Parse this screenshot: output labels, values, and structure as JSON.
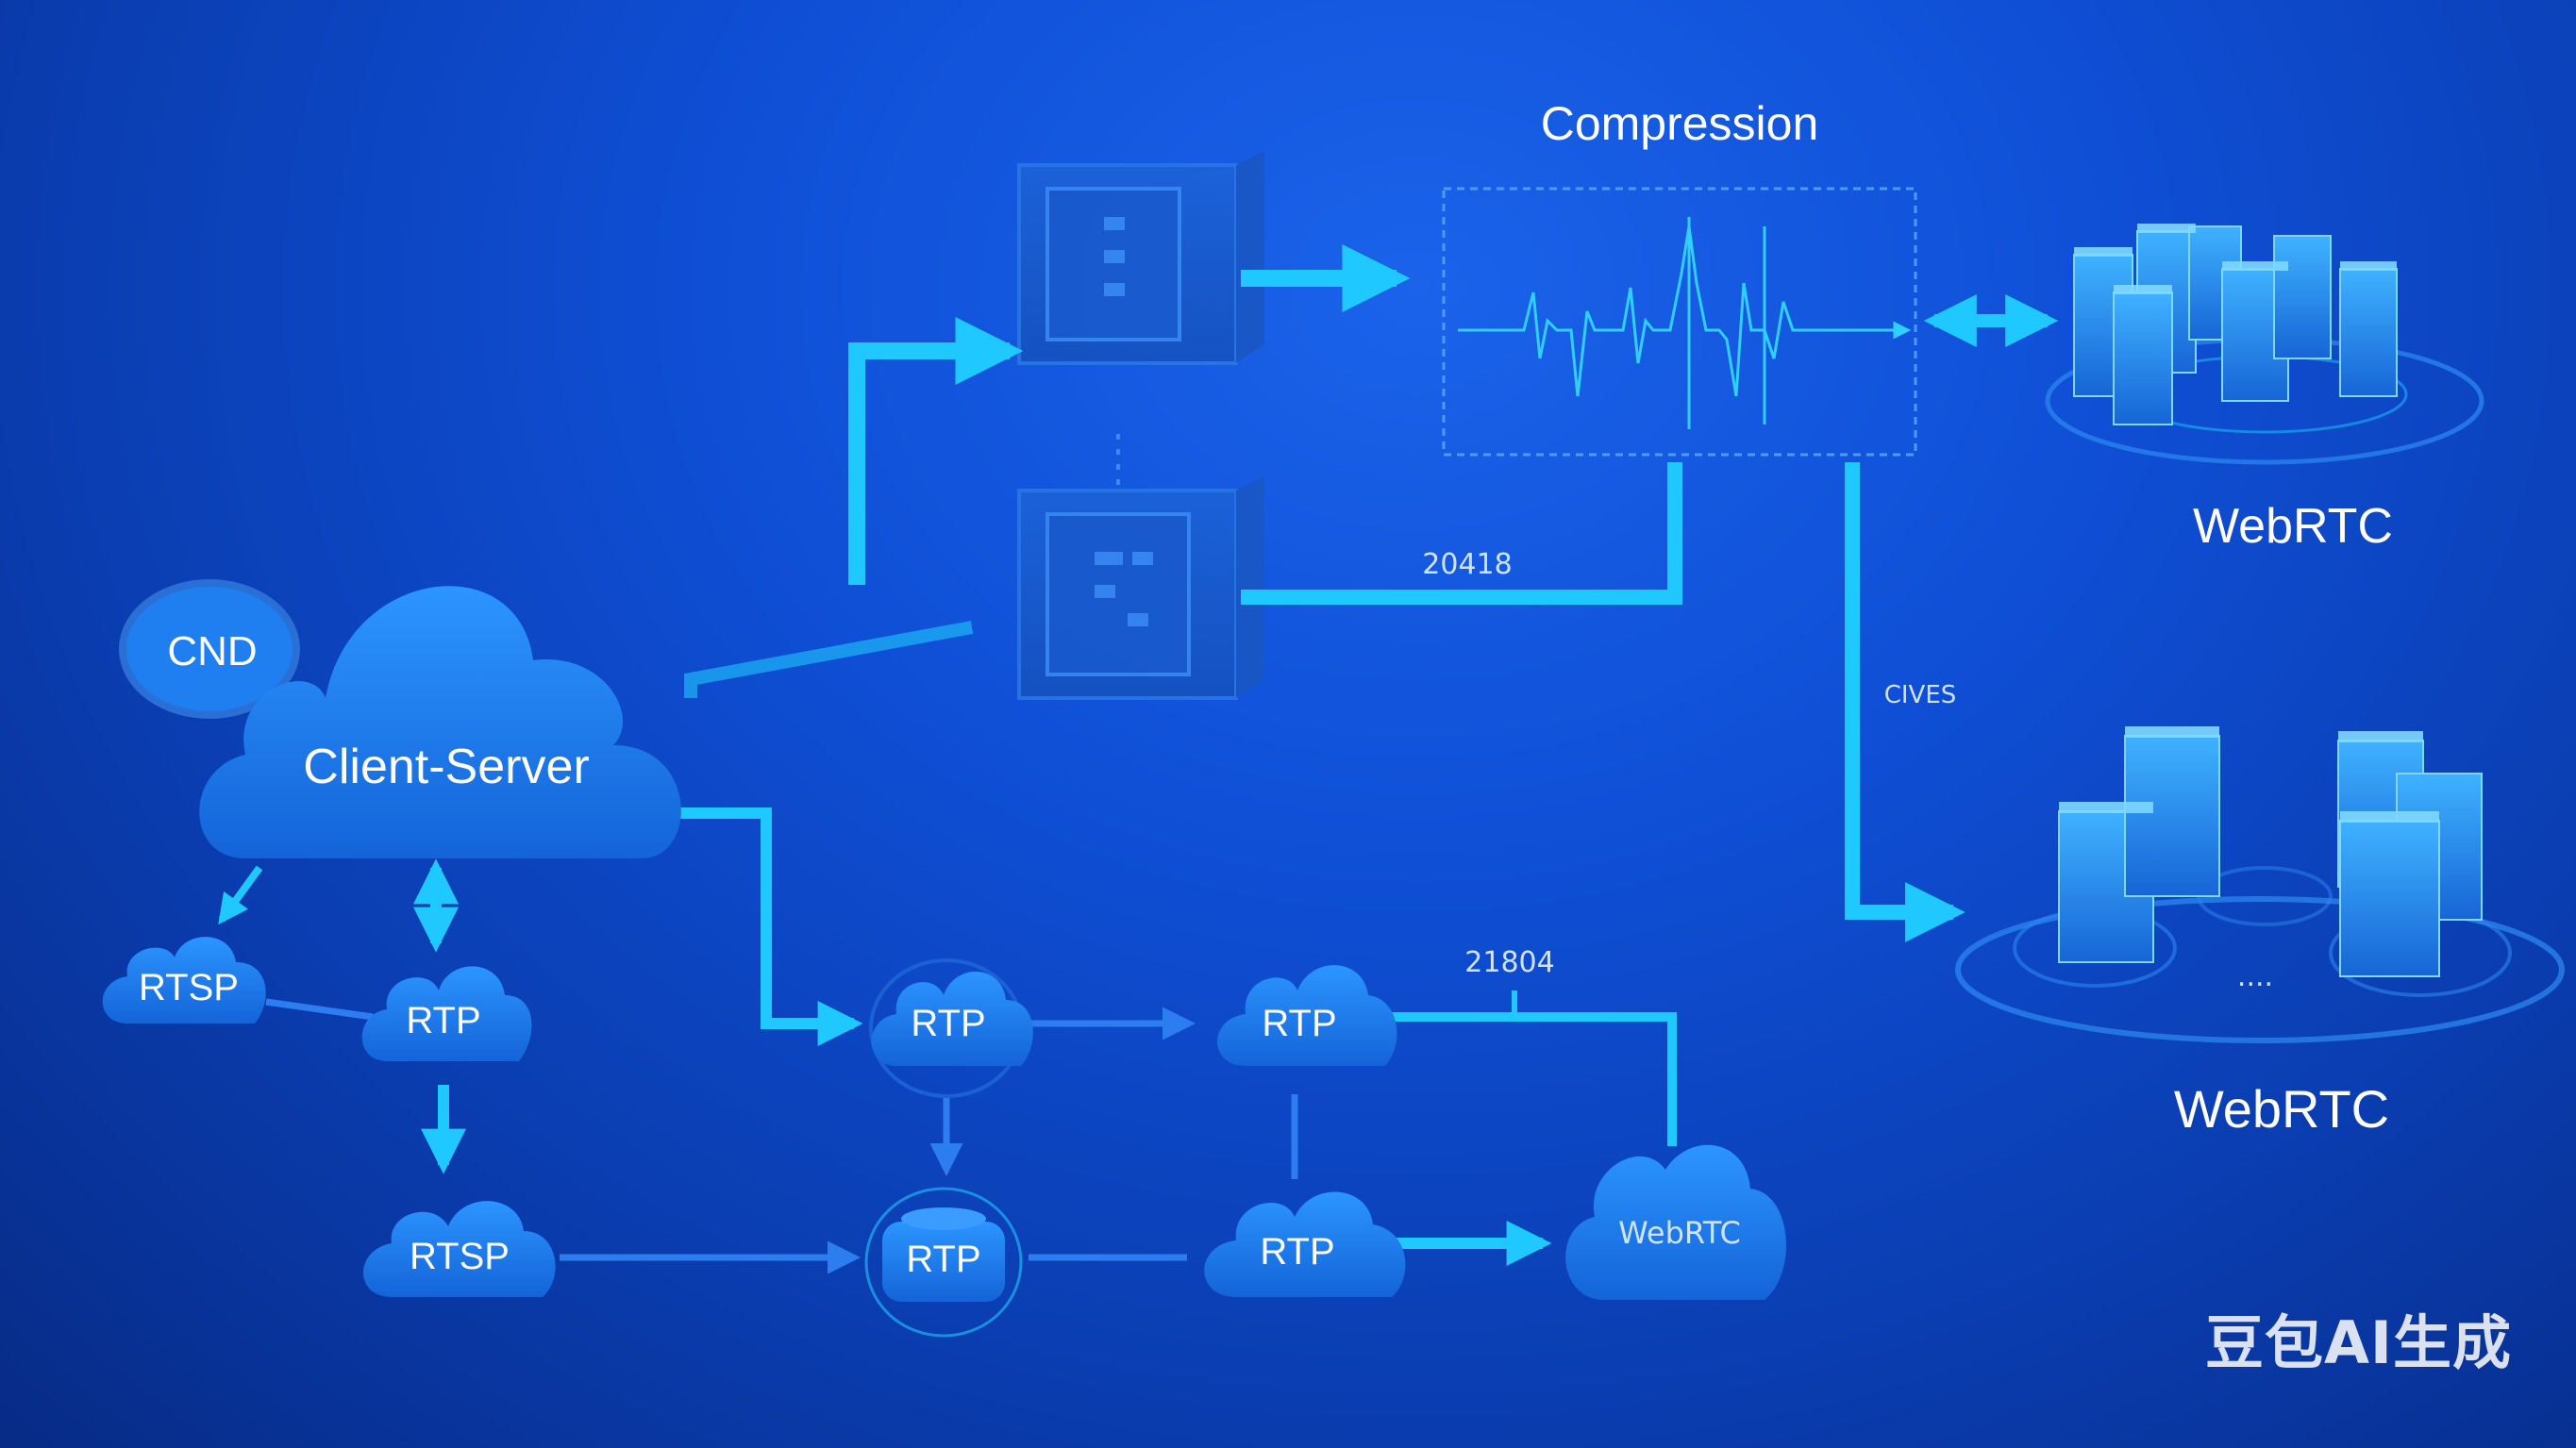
{
  "labels": {
    "compression": "Compression",
    "cnd": "CND",
    "client_server": "Client-Server",
    "webrtc_top": "WebRTC",
    "webrtc_right": "WebRTC",
    "webrtc_cloud": "WebRTC",
    "num_20418": "20418",
    "num_21804": "21804",
    "clives": "CIVES",
    "ellipsis": "....",
    "rtsp_left": "RTSP",
    "rtp_left": "RTP",
    "rtsp_bottom": "RTSP",
    "rtp_mid_top": "RTP",
    "rtp_mid_bottom": "RTP",
    "rtp_right_top": "RTP",
    "rtp_right_bottom": "RTP"
  },
  "watermark": "豆包AI生成",
  "colors": {
    "accent": "#1fc8ff",
    "cloud": "#1f84f2",
    "node": "#1d7cf0"
  }
}
